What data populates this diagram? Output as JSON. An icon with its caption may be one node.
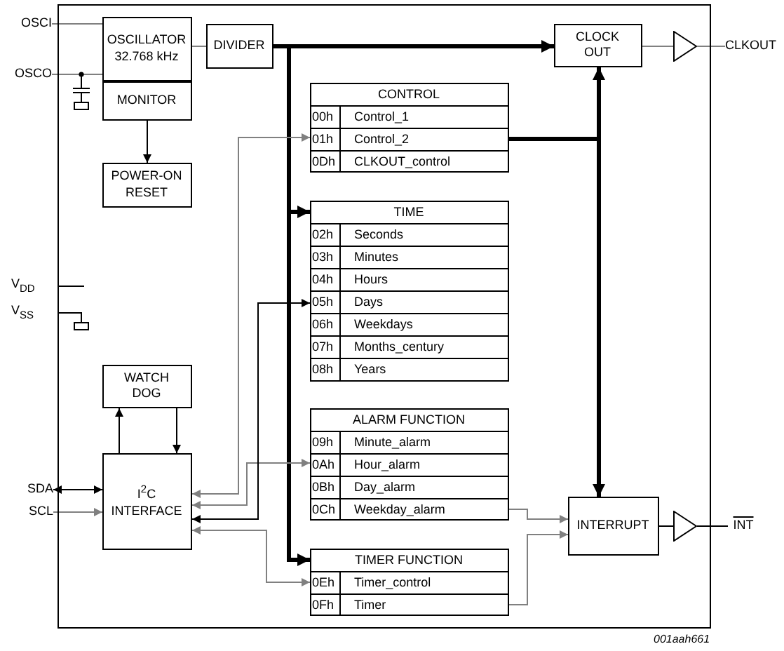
{
  "diagram": {
    "nodes": [
      {
        "text": [],
        "shape": "box"
      },
      {
        "text": [
          "OSCI"
        ]
      },
      {
        "text": [
          "OSCO"
        ]
      },
      {
        "text": [
          "OSCILLATOR",
          "32.768 kHz"
        ],
        "in": 0
      },
      {
        "text": [
          "MONITOR"
        ],
        "in": 0
      },
      {
        "text": [
          "DIVIDER"
        ],
        "in": 0
      },
      {
        "text": [
          "POWER-ON RESET"
        ],
        "in": 0
      },
      {
        "text": [
          "CLOCK OUT"
        ],
        "in": 0
      },
      {
        "text": [],
        "shape": "triangle",
        "in": 0
      },
      {
        "text": [
          "CLKOUT"
        ]
      },
      {
        "text": [
          "CONTROL"
        ],
        "in": 0
      },
      {
        "text": [
          "00h",
          "Control_1"
        ],
        "in": 10
      },
      {
        "text": [
          "01h",
          "Control_2"
        ],
        "in": 10
      },
      {
        "text": [
          "0Dh",
          "CLKOUT_control"
        ],
        "in": 10
      },
      {
        "text": [
          "TIME"
        ],
        "in": 0
      },
      {
        "text": [
          "02h",
          "Seconds"
        ],
        "in": 14
      },
      {
        "text": [
          "03h",
          "Minutes"
        ],
        "in": 14
      },
      {
        "text": [
          "04h",
          "Hours"
        ],
        "in": 14
      },
      {
        "text": [
          "05h",
          "Days"
        ],
        "in": 14
      },
      {
        "text": [
          "06h",
          "Weekdays"
        ],
        "in": 14
      },
      {
        "text": [
          "07h",
          "Months_century"
        ],
        "in": 14
      },
      {
        "text": [
          "08h",
          "Years"
        ],
        "in": 14
      },
      {
        "text": [
          "ALARM FUNCTION"
        ],
        "in": 0
      },
      {
        "text": [
          "09h",
          "Minute_alarm"
        ],
        "in": 22
      },
      {
        "text": [
          "0Ah",
          "Hour_alarm"
        ],
        "in": 22
      },
      {
        "text": [
          "0Bh",
          "Day_alarm"
        ],
        "in": 22
      },
      {
        "text": [
          "0Ch",
          "Weekday_alarm"
        ],
        "in": 22
      },
      {
        "text": [
          "TIMER FUNCTION"
        ],
        "in": 0
      },
      {
        "text": [
          "0Eh",
          "Timer_control"
        ],
        "in": 27
      },
      {
        "text": [
          "0Fh",
          "Timer"
        ],
        "in": 27
      },
      {
        "text": [
          "WATCH DOG"
        ],
        "in": 0
      },
      {
        "text": [
          "I$^{2}$C INTERFACE"
        ],
        "in": 0
      },
      {
        "text": [
          "SDA"
        ]
      },
      {
        "text": [
          "SCL"
        ]
      },
      {
        "text": [
          "INTERRUPT"
        ],
        "in": 0
      },
      {
        "text": [],
        "shape": "triangle",
        "in": 0
      },
      {
        "text": [
          "INT"
        ]
      }
    ],
    "edges": [
      {
        "from": 1,
        "to": 3,
        "arrow": "none",
        "color": "#808080"
      },
      {
        "from": 2,
        "to": 3,
        "arrow": "none",
        "color": "#808080"
      },
      {
        "from": 3,
        "to": 5,
        "arrow": "none",
        "color": "#808080"
      },
      {
        "from": 4,
        "to": 6,
        "arrow": "to"
      },
      {
        "from": 5,
        "to": 7,
        "arrow": "to",
        "style": "thick"
      },
      {
        "from": 5,
        "to": 14,
        "arrow": "to",
        "style": "thick"
      },
      {
        "from": 5,
        "to": 27,
        "arrow": "to",
        "style": "thick"
      },
      {
        "from": 12,
        "to": 7,
        "arrow": "to",
        "style": "thick"
      },
      {
        "from": 12,
        "to": 34,
        "arrow": "to",
        "style": "thick"
      },
      {
        "from": 7,
        "to": 8,
        "arrow": "none",
        "color": "#808080"
      },
      {
        "from": 8,
        "to": 9,
        "arrow": "none",
        "color": "#808080"
      },
      {
        "from": 31,
        "to": 30,
        "arrow": "to"
      },
      {
        "from": 30,
        "to": 31,
        "arrow": "to"
      },
      {
        "from": 32,
        "to": 31,
        "arrow": "both"
      },
      {
        "from": 33,
        "to": 31,
        "arrow": "to",
        "color": "#808080"
      },
      {
        "from": 31,
        "to": 12,
        "arrow": "both",
        "color": "#808080"
      },
      {
        "from": 31,
        "to": 24,
        "arrow": "both",
        "color": "#808080"
      },
      {
        "from": 31,
        "to": 18,
        "arrow": "both"
      },
      {
        "from": 31,
        "to": 28,
        "arrow": "both",
        "color": "#808080"
      },
      {
        "from": 26,
        "to": 34,
        "arrow": "to",
        "color": "#808080"
      },
      {
        "from": 29,
        "to": 34,
        "arrow": "to",
        "color": "#808080"
      },
      {
        "from": 34,
        "to": 35,
        "arrow": "none"
      },
      {
        "from": 35,
        "to": 36,
        "arrow": "none"
      }
    ],
    "labels": [
      "V$_{DD}$",
      "V$_{SS}$",
      "001aah661"
    ]
  }
}
